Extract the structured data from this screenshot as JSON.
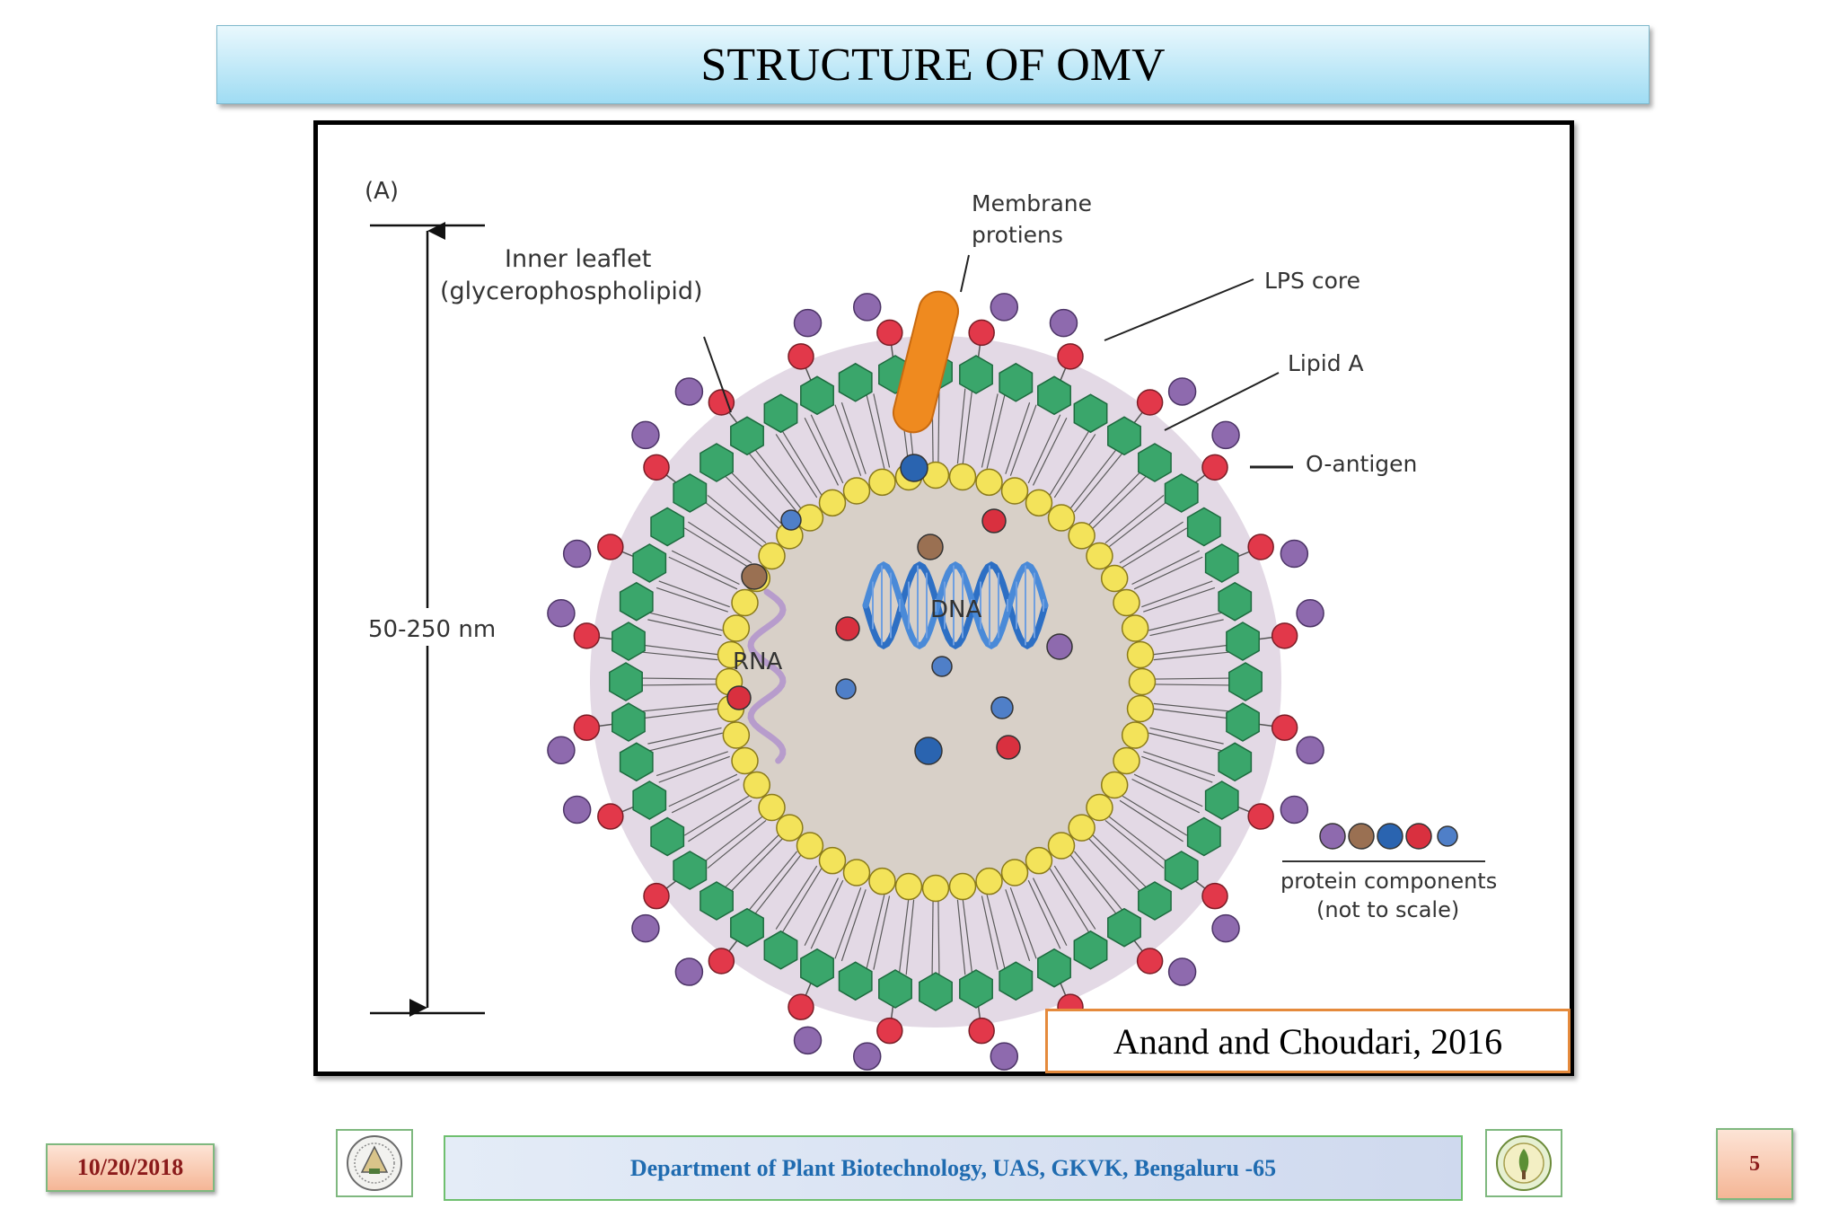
{
  "slide": {
    "title": "STRUCTURE OF OMV",
    "date": "10/20/2018",
    "department": "Department of  Plant  Biotechnology, UAS, GKVK, Bengaluru -65",
    "page_number": "5",
    "citation": "Anand and Choudari, 2016"
  },
  "diagram": {
    "panel_label": "(A)",
    "size_label": "50-250 nm",
    "labels": {
      "inner_leaflet_line1": "Inner leaflet",
      "inner_leaflet_line2": "(glycerophospholipid)",
      "membrane_proteins_line1": "Membrane",
      "membrane_proteins_line2": "protiens",
      "lps_core": "LPS core",
      "lipid_a": "Lipid A",
      "o_antigen": "O-antigen",
      "dna": "DNA",
      "rna": "RNA",
      "legend_line1": "protein components",
      "legend_line2": "(not to scale)"
    },
    "colors": {
      "lumen": "#d8d0c8",
      "membrane": "#e3d9e5",
      "lipid_a_hex": "#3aa66b",
      "inner_leaflet_bead": "#f3e35a",
      "lps_core": "#e2384a",
      "o_antigen": "#8e6aae",
      "membrane_protein": "#ef8a1f",
      "dna": "#2d6fc4",
      "rna": "#b79ccc",
      "protein_purple": "#8e6aae",
      "protein_brown": "#9a7052",
      "protein_blue": "#2a64b0",
      "protein_red": "#d9303f",
      "protein_light_blue": "#4f7fc8"
    }
  },
  "logos": {
    "left_icon": "university-seal-icon",
    "right_icon": "emblem-icon"
  }
}
